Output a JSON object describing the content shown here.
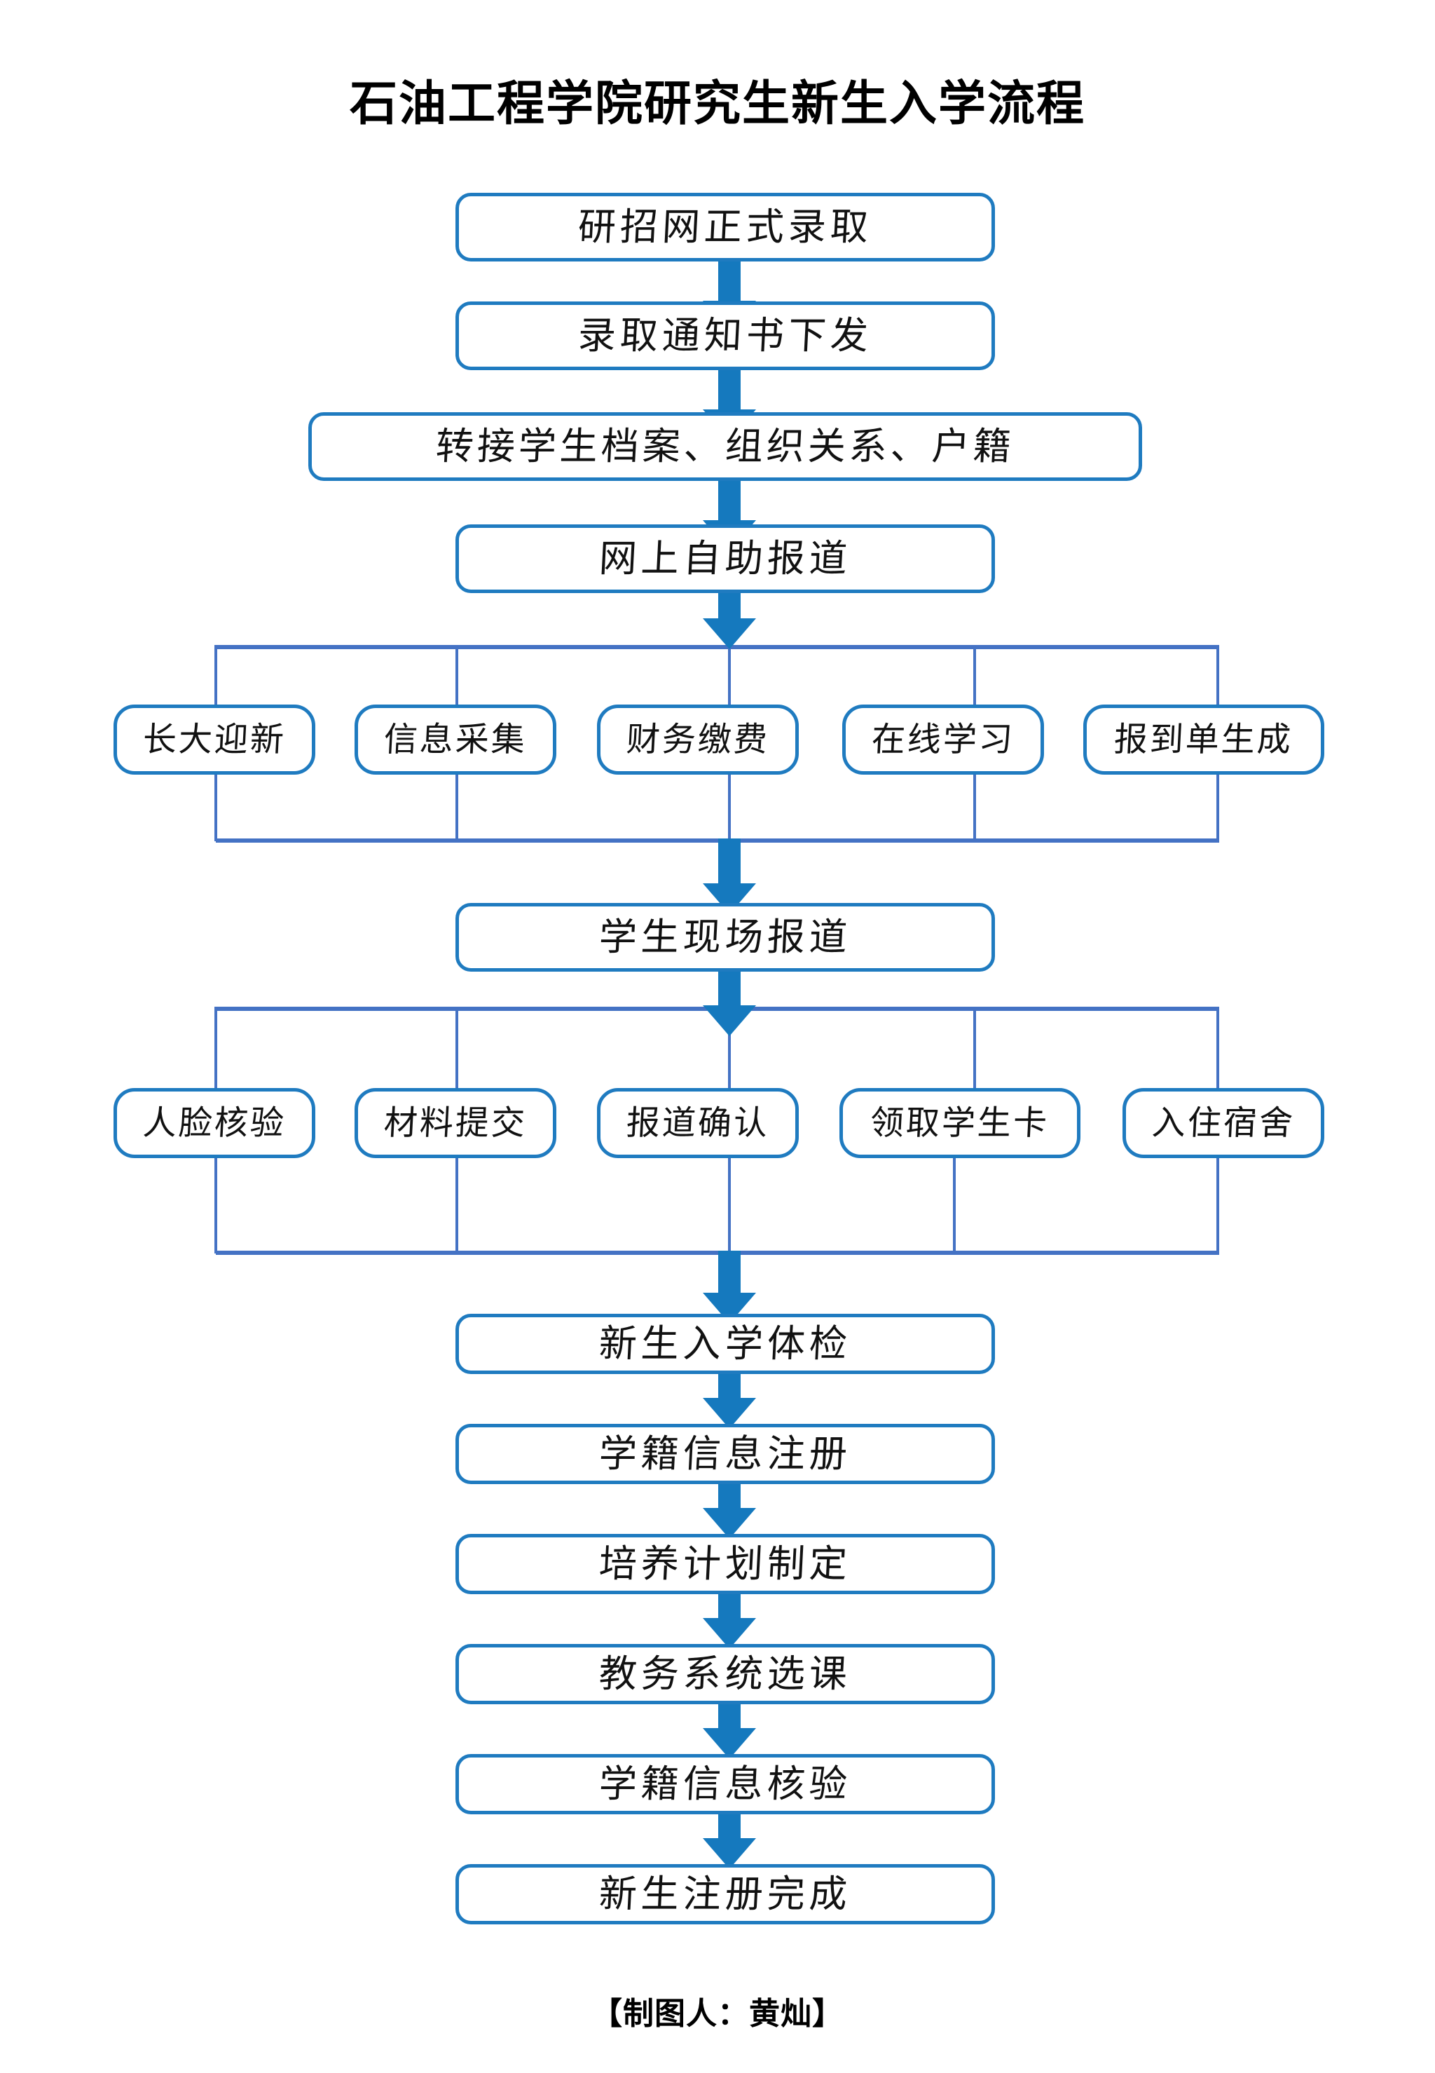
{
  "document": {
    "title": "石油工程学院研究生新生入学流程",
    "footer": "【制图人：黄灿】"
  },
  "colors": {
    "box_border": "#1F7BC0",
    "arrow_fill": "#1579BE",
    "connector_line": "#4472C4",
    "box_fill": "#FFFFFF",
    "text": "#111111",
    "title_text": "#000000",
    "page_background": "#FFFFFF"
  },
  "chart_data": {
    "type": "diagram",
    "diagram_type": "flowchart",
    "orientation": "top-to-bottom",
    "title": "石油工程学院研究生新生入学流程",
    "nodes": [
      {
        "id": "n1",
        "label": "研招网正式录取",
        "stage": "sequence-top",
        "order": 1
      },
      {
        "id": "n2",
        "label": "录取通知书下发",
        "stage": "sequence-top",
        "order": 2
      },
      {
        "id": "n3",
        "label": "转接学生档案、组织关系、户籍",
        "stage": "sequence-top",
        "order": 3
      },
      {
        "id": "n4",
        "label": "网上自助报道",
        "stage": "sequence-top",
        "order": 4
      },
      {
        "id": "p1a",
        "label": "长大迎新",
        "stage": "parallel-1",
        "order": 1
      },
      {
        "id": "p1b",
        "label": "信息采集",
        "stage": "parallel-1",
        "order": 2
      },
      {
        "id": "p1c",
        "label": "财务缴费",
        "stage": "parallel-1",
        "order": 3
      },
      {
        "id": "p1d",
        "label": "在线学习",
        "stage": "parallel-1",
        "order": 4
      },
      {
        "id": "p1e",
        "label": "报到单生成",
        "stage": "parallel-1",
        "order": 5
      },
      {
        "id": "n5",
        "label": "学生现场报道",
        "stage": "sequence-mid",
        "order": 1
      },
      {
        "id": "p2a",
        "label": "人脸核验",
        "stage": "parallel-2",
        "order": 1
      },
      {
        "id": "p2b",
        "label": "材料提交",
        "stage": "parallel-2",
        "order": 2
      },
      {
        "id": "p2c",
        "label": "报道确认",
        "stage": "parallel-2",
        "order": 3
      },
      {
        "id": "p2d",
        "label": "领取学生卡",
        "stage": "parallel-2",
        "order": 4
      },
      {
        "id": "p2e",
        "label": "入住宿舍",
        "stage": "parallel-2",
        "order": 5
      },
      {
        "id": "n6",
        "label": "新生入学体检",
        "stage": "sequence-bottom",
        "order": 1
      },
      {
        "id": "n7",
        "label": "学籍信息注册",
        "stage": "sequence-bottom",
        "order": 2
      },
      {
        "id": "n8",
        "label": "培养计划制定",
        "stage": "sequence-bottom",
        "order": 3
      },
      {
        "id": "n9",
        "label": "教务系统选课",
        "stage": "sequence-bottom",
        "order": 4
      },
      {
        "id": "n10",
        "label": "学籍信息核验",
        "stage": "sequence-bottom",
        "order": 5
      },
      {
        "id": "n11",
        "label": "新生注册完成",
        "stage": "sequence-bottom",
        "order": 6
      }
    ],
    "edges": [
      {
        "from": "n1",
        "to": "n2",
        "kind": "arrow"
      },
      {
        "from": "n2",
        "to": "n3",
        "kind": "arrow"
      },
      {
        "from": "n3",
        "to": "n4",
        "kind": "arrow"
      },
      {
        "from": "n4",
        "to": "parallel-1",
        "kind": "fan-out"
      },
      {
        "from": "parallel-1",
        "to": "n5",
        "kind": "fan-in"
      },
      {
        "from": "n5",
        "to": "parallel-2",
        "kind": "fan-out"
      },
      {
        "from": "parallel-2",
        "to": "n6",
        "kind": "fan-in"
      },
      {
        "from": "n6",
        "to": "n7",
        "kind": "arrow"
      },
      {
        "from": "n7",
        "to": "n8",
        "kind": "arrow"
      },
      {
        "from": "n8",
        "to": "n9",
        "kind": "arrow"
      },
      {
        "from": "n9",
        "to": "n10",
        "kind": "arrow"
      },
      {
        "from": "n10",
        "to": "n11",
        "kind": "arrow"
      }
    ]
  }
}
